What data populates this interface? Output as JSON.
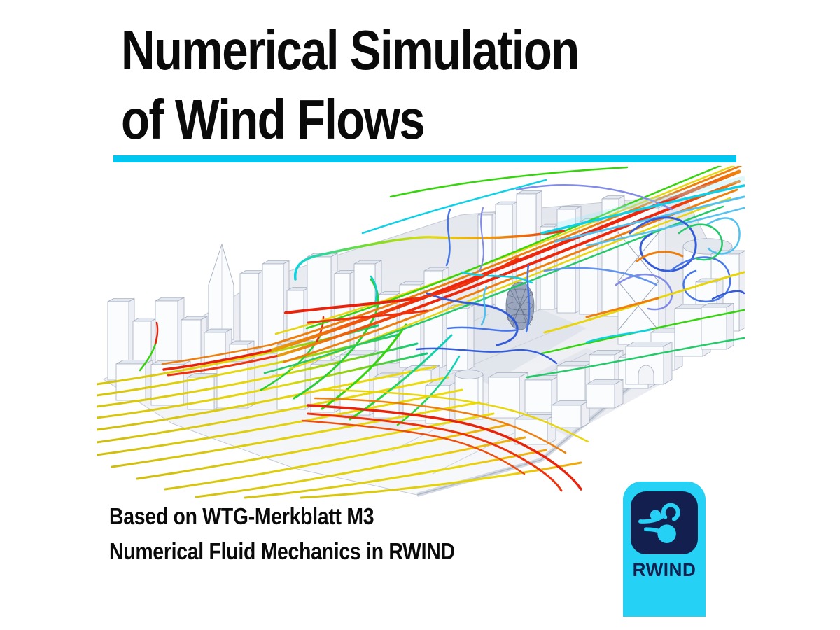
{
  "slide": {
    "title": {
      "line1": "Numerical Simulation",
      "line2": "of Wind Flows"
    },
    "caption": {
      "line1": "Based on WTG-Merkblatt M3",
      "line2": "Numerical Fluid Mechanics in RWIND"
    },
    "logo": {
      "label": "RWIND"
    },
    "figure": {
      "alt": "3D city model with CFD wind-flow streamlines colored by wind speed (blue = slow, yellow/red = fast)"
    }
  },
  "theme": {
    "accent_cyan": "#00C6F0",
    "badge_cyan": "#25D1F5",
    "brand_navy": "#131F4E",
    "text_color": "#0A0A0B",
    "background": "#FFFFFF",
    "streamline_blue": "#2B55D8",
    "streamline_cyan": "#00CFE6",
    "streamline_green": "#2BD300",
    "streamline_yellow": "#E8D400",
    "streamline_orange": "#F07800",
    "streamline_red": "#E81800"
  }
}
